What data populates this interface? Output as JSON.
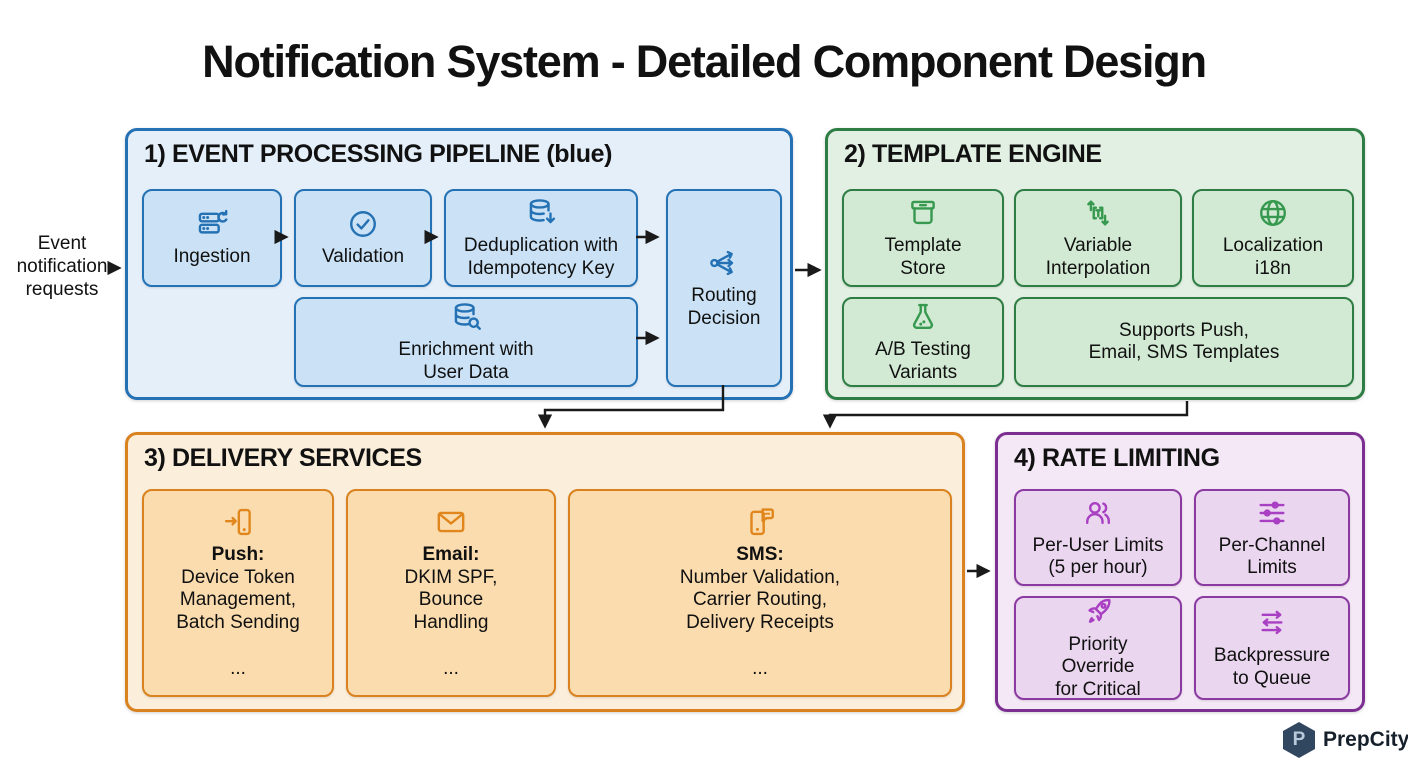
{
  "page": {
    "title": "Notification System - Detailed Component Design"
  },
  "input_flow": {
    "label": "Event\nnotification\nrequests"
  },
  "sections": {
    "pipeline": {
      "title": "1) EVENT PROCESSING PIPELINE (blue)",
      "accent": "#2471b4",
      "nodes": {
        "ingestion": {
          "label": "Ingestion",
          "icon": "server-sync-icon"
        },
        "validation": {
          "label": "Validation",
          "icon": "check-circle-icon"
        },
        "dedup": {
          "label": "Deduplication with\nIdempotency Key",
          "icon": "database-down-icon"
        },
        "enrichment": {
          "label": "Enrichment with\nUser Data",
          "icon": "database-search-icon"
        },
        "routing": {
          "label": "Routing\nDecision",
          "icon": "route-split-icon"
        }
      }
    },
    "template_engine": {
      "title": "2) TEMPLATE ENGINE",
      "accent": "#2e7d44",
      "nodes": {
        "store": {
          "label": "Template\nStore",
          "icon": "storage-box-icon"
        },
        "interpolation": {
          "label": "Variable\nInterpolation",
          "icon": "variable-brackets-icon"
        },
        "localization": {
          "label": "Localization\ni18n",
          "icon": "globe-icon"
        },
        "ab_testing": {
          "label": "A/B Testing\nVariants",
          "icon": "flask-icon"
        },
        "supports": {
          "label": "Supports Push,\nEmail, SMS Templates"
        }
      }
    },
    "delivery": {
      "title": "3) DELIVERY SERVICES",
      "accent": "#d9821f",
      "nodes": {
        "push": {
          "heading": "Push:",
          "body": "Device Token\nManagement,\nBatch Sending",
          "more": "...",
          "icon": "phone-push-icon"
        },
        "email": {
          "heading": "Email:",
          "body": "DKIM SPF,\nBounce\nHandling",
          "more": "...",
          "icon": "envelope-icon"
        },
        "sms": {
          "heading": "SMS:",
          "body": "Number Validation,\nCarrier Routing,\nDelivery Receipts",
          "more": "...",
          "icon": "phone-chat-icon"
        }
      }
    },
    "rate_limiting": {
      "title": "4) RATE LIMITING",
      "accent": "#7b2f91",
      "nodes": {
        "per_user": {
          "label": "Per-User Limits\n(5 per hour)",
          "icon": "users-icon"
        },
        "per_channel": {
          "label": "Per-Channel\nLimits",
          "icon": "sliders-icon"
        },
        "priority": {
          "label": "Priority\nOverride\nfor Critical",
          "icon": "rocket-icon"
        },
        "backpressure": {
          "label": "Backpressure\nto Queue",
          "icon": "flow-arrows-icon"
        }
      }
    }
  },
  "branding": {
    "logo_letter": "P",
    "name": "PrepCity",
    "logo_color": "#31465f"
  }
}
